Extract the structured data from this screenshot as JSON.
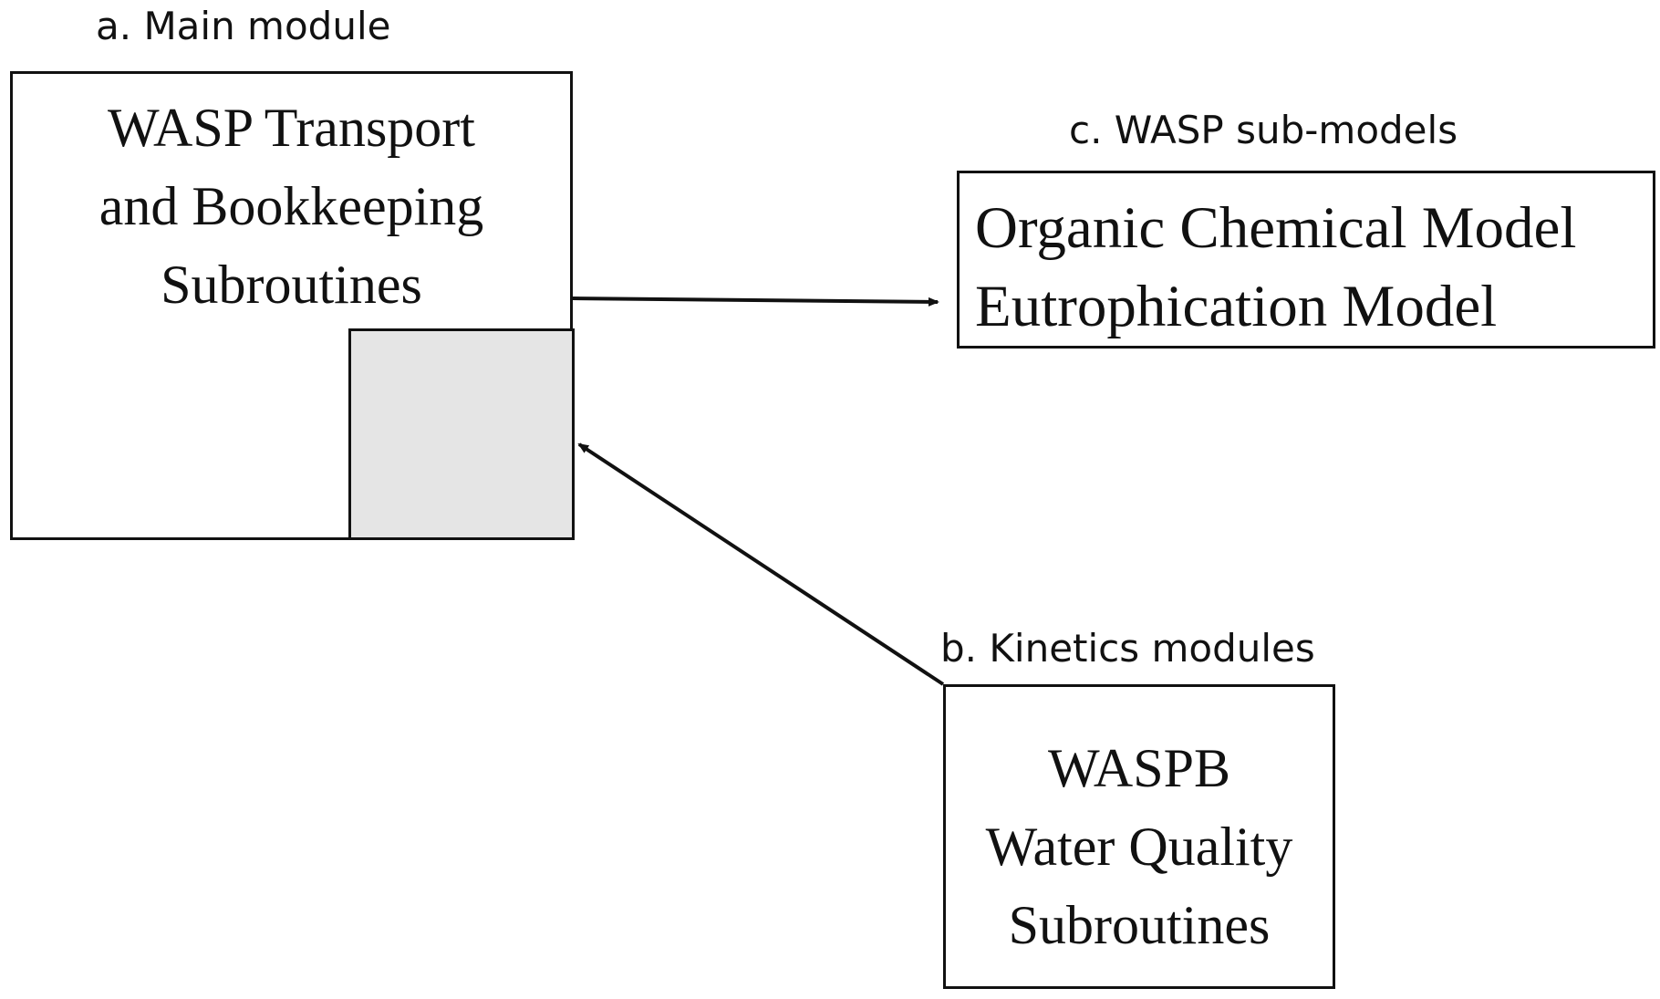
{
  "main_module": {
    "caption": "a. Main module",
    "lines": [
      "WASP Transport",
      "and Bookkeeping",
      "Subroutines"
    ]
  },
  "sub_models": {
    "caption": "c. WASP sub-models",
    "lines": [
      "Organic Chemical Model",
      "Eutrophication Model"
    ]
  },
  "kinetics_modules": {
    "caption": "b. Kinetics modules",
    "lines": [
      "WASPB",
      "Water Quality",
      "Subroutines"
    ]
  },
  "colors": {
    "stroke": "#111111",
    "inset_fill": "#e5e5e5",
    "background": "#ffffff"
  }
}
